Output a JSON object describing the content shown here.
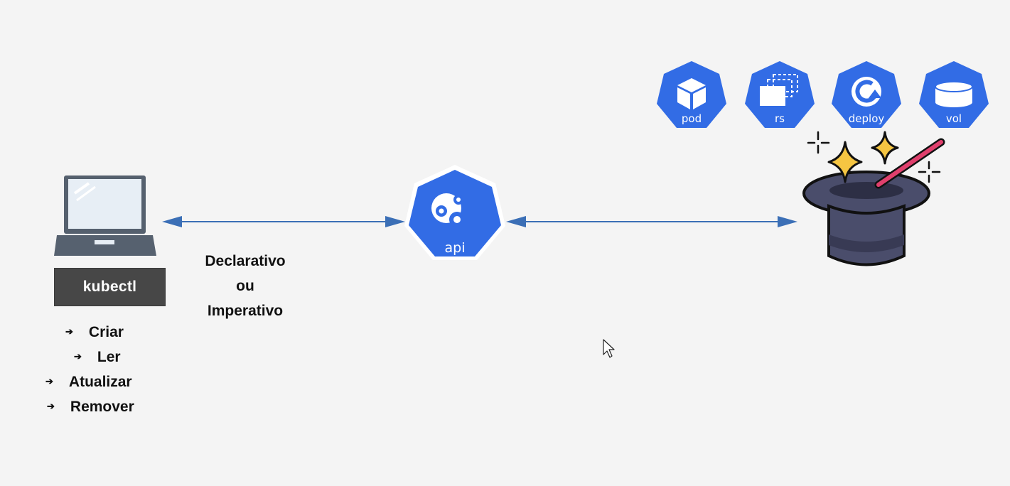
{
  "client": {
    "tool_label": "kubectl",
    "operations": [
      "Criar",
      "Ler",
      "Atualizar",
      "Remover"
    ]
  },
  "mode": {
    "line1": "Declarativo",
    "line2": "ou",
    "line3": "Imperativo"
  },
  "api": {
    "label": "api"
  },
  "resources": [
    {
      "label": "pod",
      "icon": "cube-icon"
    },
    {
      "label": "rs",
      "icon": "stacked-rects-icon"
    },
    {
      "label": "deploy",
      "icon": "refresh-icon"
    },
    {
      "label": "vol",
      "icon": "cylinder-icon"
    }
  ],
  "colors": {
    "k8s_blue": "#326ce5",
    "arrow": "#3b6fb6",
    "hat": "#4a4d6b",
    "star": "#f5c542",
    "wand": "#e0406d"
  }
}
